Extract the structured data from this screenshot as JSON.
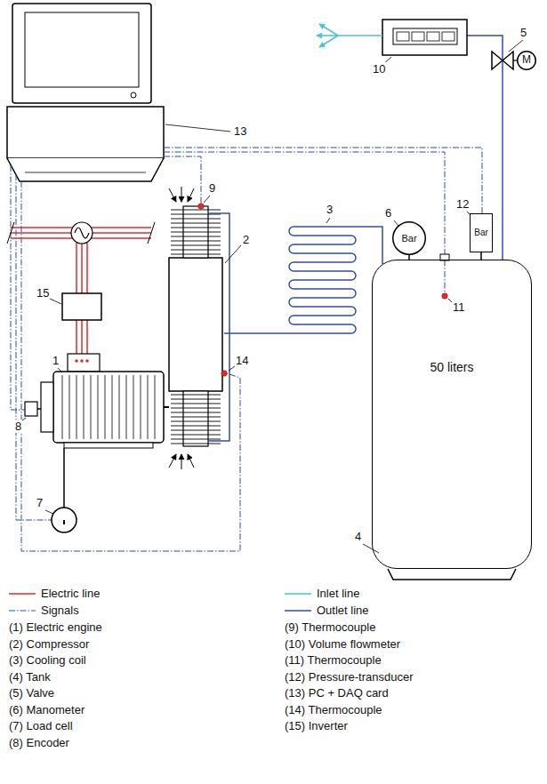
{
  "diagram": {
    "nodes": [
      {
        "text": [
          "M"
        ]
      },
      {
        "text": [
          "Bar"
        ]
      },
      {
        "text": [
          "Bar"
        ]
      },
      {
        "text": [
          "50 liters"
        ]
      }
    ],
    "labels": [
      "5",
      "10",
      "13",
      "12",
      "9",
      "3",
      "2",
      "6",
      "15",
      "11",
      "1",
      "14",
      "8",
      "7",
      "4",
      "(1) Electric engine",
      "(2) Compressor",
      "(3) Cooling coil",
      "(4) Tank",
      "(5) Valve",
      "(6) Manometer",
      "(7) Load cell",
      "(8) Encoder",
      "(9) Thermocouple",
      "(10) Volume flowmeter",
      "(11) Thermocouple",
      "(12) Pressure-transducer",
      "(13) PC + DAQ card",
      "(14) Thermocouple",
      "(15) Inverter"
    ],
    "legend": [
      {
        "text": "Electric line"
      },
      {
        "text": "Inlet line"
      },
      {
        "text": "Signals"
      },
      {
        "text": "Outlet line"
      }
    ]
  }
}
